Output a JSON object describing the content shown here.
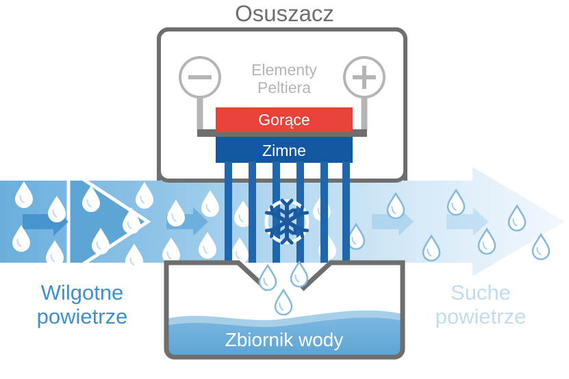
{
  "diagram": {
    "title": "Osuszacz",
    "colors": {
      "housing_stroke": "#6e6e6e",
      "hot_band": "#e8423a",
      "cold_band": "#1258a0",
      "fin": "#2166ac",
      "air_wet": "#6aaedd",
      "air_dry": "#eaf4fb",
      "wet_text": "#3e8fcc",
      "dry_text": "#c2dcef",
      "water": "#6aaedd",
      "snowflake": "#1c5a9e",
      "peltier_text": "#b5b5b5",
      "white": "#ffffff"
    },
    "unit": {
      "peltier_label": "Elementy\nPeltiera",
      "hot_side_label": "Gorące",
      "cold_side_label": "Zimne",
      "terminal_negative": "−",
      "terminal_positive": "+",
      "cooling_fin_count": 6
    },
    "airflow": {
      "inlet_label": "Wilgotne\npowietrze",
      "outlet_label": "Suche\npowietrze",
      "direction": "left-to-right",
      "inner_arrow_count": 4,
      "inlet_droplet_count": 13,
      "outlet_droplet_count": 7
    },
    "tank": {
      "label": "Zbiornik wody",
      "condensate_droplet_count": 3
    },
    "icons": {
      "snowflake": "snowflake-icon",
      "droplet": "water-droplet-icon",
      "arrow": "flow-arrow-icon"
    }
  }
}
